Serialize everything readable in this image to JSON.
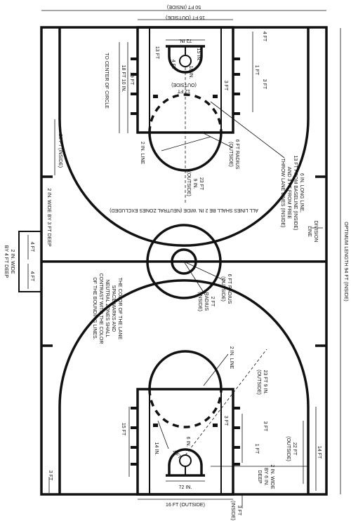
{
  "diagram": {
    "top": {
      "width_inside": "50 FT (INSIDE)",
      "lane_outside": "16 FT (OUTSIDE)",
      "backboard": "72 IN.",
      "four_ft": "4 FT",
      "fifteen_in": "15 IN.",
      "eighteen_in": "18 IN.",
      "four_ft_radius": "4 FT",
      "thirteen_ft": "13 FT",
      "one_ft": "1 FT",
      "three_ft_a": "3 FT",
      "three_ft_b": "3 FT",
      "eighteen_ten": "18 FT 10 IN.",
      "nineteen_ft": "19 FT",
      "to_center": "TO CENTER OF CIRCLE",
      "twelve_ft": "12 FT",
      "outside": "(OUTSIDE)",
      "six_ft_radius": "6 FT RADIUS",
      "six_ft_radius_outside": "(OUTSIDE)",
      "two_in_line": "2 IN. LINE",
      "three_pt_1": "23 FT",
      "three_pt_2": "9 IN.",
      "three_pt_3": "(OUTSIDE)",
      "twentyeight": "28 FT (INSIDE)",
      "long_line_1": "6 IN. LONG LINE,",
      "long_line_2": "13 FT FROM BASELINE (INSIDE)",
      "long_line_3": "AND 3 FT FROM FREE",
      "long_line_4": "THROW LANE LINES (INSIDE)"
    },
    "middle": {
      "all_lines": "ALL LINES SHALL BE 2 IN. WIDE (NEUTRAL ZONES EXCLUDED)",
      "two_in_wide": "2 IN. WIDE BY 3 FT DEEP",
      "division_1": "DIVISION",
      "division_2": "LINE",
      "four_ft_a": "4 FT",
      "four_ft_b": "4 FT",
      "box_1": "2 IN. WIDE",
      "box_2": "BY 4 FT DEEP",
      "length": "OPTIMUM LENGTH 94 FT (INSIDE)",
      "center_six": "6 FT RADIUS",
      "center_six_out": "(OUTSIDE)",
      "center_two": "2 FT",
      "center_two_radius": "RADIUS",
      "center_two_inside": "(INSIDE)"
    },
    "bottom": {
      "color_1": "THE COLOR OF THE LANE",
      "color_2": "SPACE MARKS AND",
      "color_3": "NEUTRAL ZONES SHALL",
      "color_4": "CONTRAST WITH THE COLOR",
      "color_5": "OF THE BOUNDING LINES.",
      "two_in_line": "2 IN. LINE",
      "three_pt_1": "23 FT 9 IN.",
      "three_pt_2": "(OUTSIDE)",
      "fifteen_ft": "15 FT",
      "three_ft_a": "3 FT",
      "three_ft_b": "3 FT",
      "one_ft": "1 FT",
      "twentytwo_1": "22 FT",
      "twentytwo_2": "(OUTSIDE)",
      "fourteen_ft": "14 FT",
      "six_in": "6 IN.",
      "fourteen_in": "14 IN.",
      "four_ft": "4 FT",
      "backboard": "72 IN.",
      "three_ft_corner": "3 FT",
      "side_1": "2 IN. WIDE",
      "side_2": "BY 6 IN.",
      "side_3": "DEEP",
      "lane_outside": "16 FT (OUTSIDE)",
      "bottom_3ft_1": "3 FT",
      "bottom_3ft_2": "(INSIDE)"
    }
  }
}
